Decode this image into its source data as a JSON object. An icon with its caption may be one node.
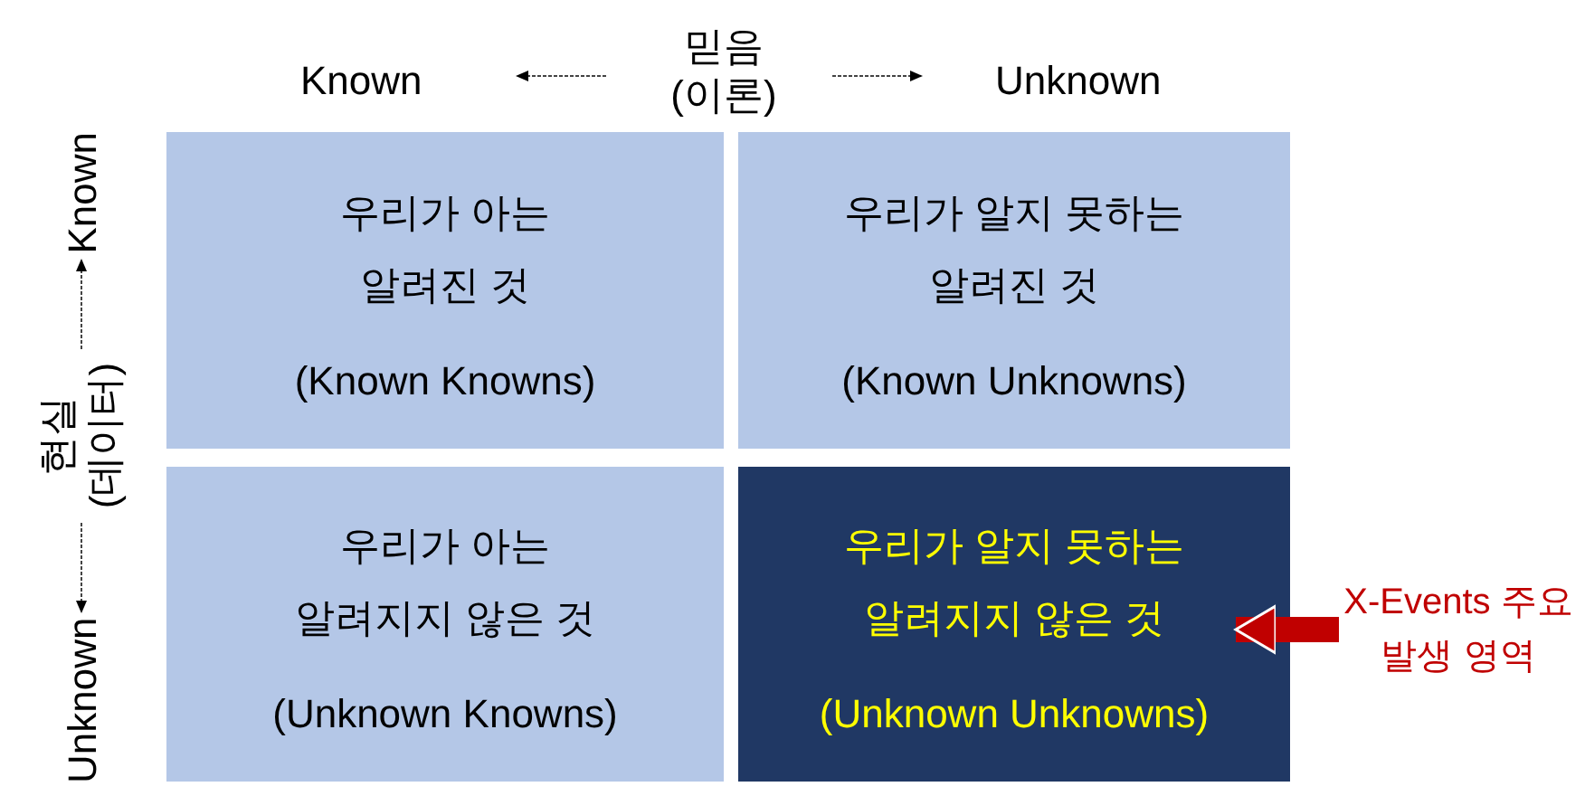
{
  "diagram": {
    "nodes": [
      {
        "text": [
          "우리가 아는 알려진 것",
          "(Known Knowns)"
        ]
      },
      {
        "text": [
          "우리가 알지 못하는 알려진 것",
          "(Known Unknowns)"
        ]
      },
      {
        "text": [
          "우리가 아는 알려지지 않은 것",
          "(Unknown Knowns)"
        ]
      },
      {
        "text": [
          "우리가 알지 못하는 알려지지 않은 것",
          "(Unknown Unknowns)"
        ]
      },
      {
        "text": [
          "X-Events 주요 발생 영역"
        ]
      }
    ],
    "edges": [
      {
        "from": 4,
        "to": 3,
        "arrow": "to",
        "color": "#c00000"
      }
    ],
    "labels": [
      "Known",
      "믿음 (이론)",
      "Unknown",
      "Unknown",
      "현실 (데이터)",
      "Known"
    ]
  }
}
